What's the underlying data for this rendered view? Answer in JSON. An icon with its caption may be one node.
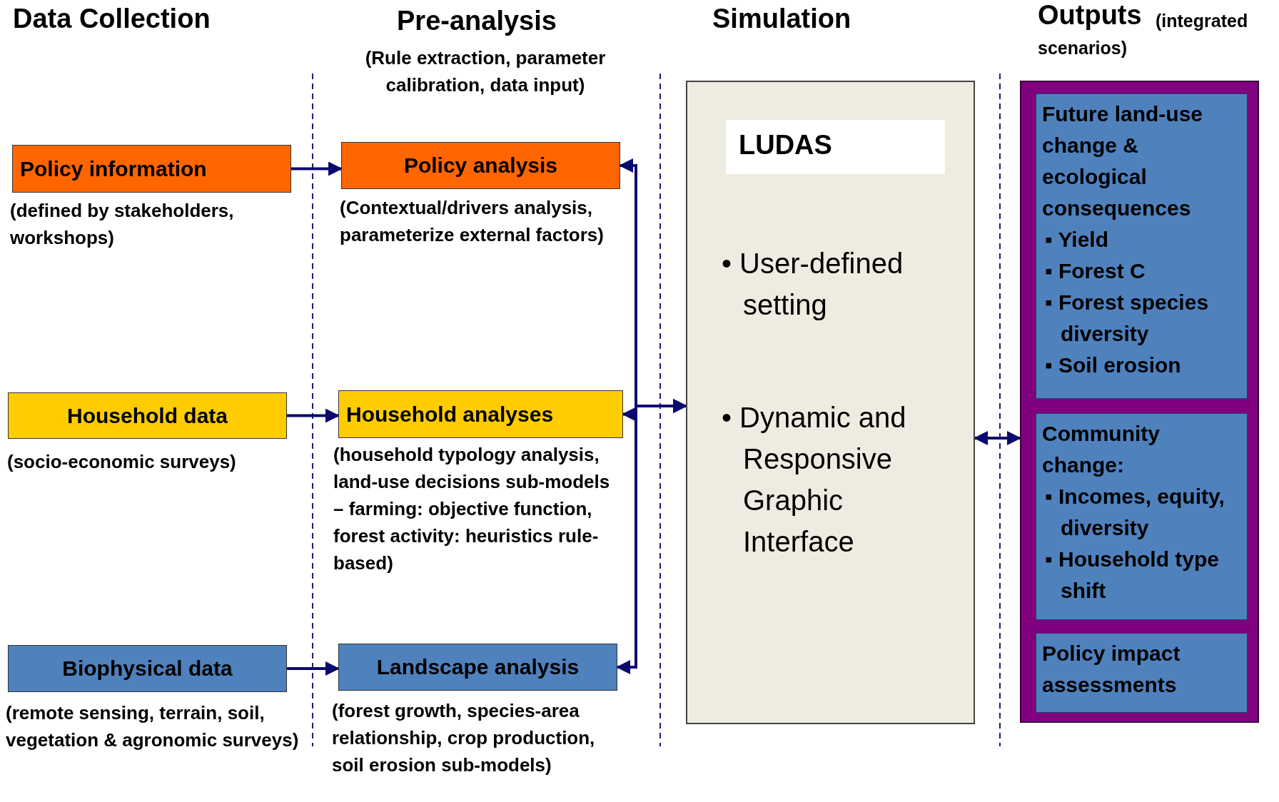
{
  "diagram": {
    "nodes": [
      {
        "text": [
          "Policy information"
        ],
        "beside": [
          "(defined by stakeholders, workshops)"
        ]
      },
      {
        "text": [
          "Policy analysis"
        ],
        "beside": [
          "(Contextual/drivers analysis, parameterize external factors)"
        ]
      },
      {
        "text": [
          "Household data"
        ],
        "beside": [
          "(socio-economic surveys)"
        ]
      },
      {
        "text": [
          "Household analyses"
        ],
        "beside": [
          "(household typology analysis, land-use decisions sub-models – farming: objective function, forest activity: heuristics rule-based)"
        ]
      },
      {
        "text": [
          "Biophysical data"
        ],
        "beside": [
          "(remote sensing, terrain, soil, vegetation & agronomic surveys)"
        ]
      },
      {
        "text": [
          "Landscape analysis"
        ],
        "beside": [
          "(forest growth, species-area relationship, crop production, soil erosion sub-models)"
        ]
      },
      {
        "text": [
          "LUDAS",
          "• User-defined setting",
          "• Dynamic and Responsive Graphic Interface"
        ]
      },
      {
        "text": [],
        "shape": "box"
      },
      {
        "text": [
          "Future land-use change & ecological consequences",
          "▪ Yield",
          "▪ Forest C",
          "▪ Forest species diversity",
          "▪ Soil erosion"
        ],
        "in": 7
      },
      {
        "text": [
          "Community change:",
          "▪ Incomes, equity, diversity",
          "▪ Household type shift"
        ],
        "in": 7
      },
      {
        "text": [
          "Policy impact assessments"
        ],
        "in": 7
      }
    ],
    "edges": [
      {
        "from": 0,
        "to": 1,
        "arrow": "to"
      },
      {
        "from": 2,
        "to": 3,
        "arrow": "to"
      },
      {
        "from": 4,
        "to": 5,
        "arrow": "to"
      },
      {
        "from": 1,
        "to": 6,
        "arrow": "both"
      },
      {
        "from": 3,
        "to": 6,
        "arrow": "both"
      },
      {
        "from": 5,
        "to": 6,
        "arrow": "both"
      },
      {
        "from": 6,
        "to": 7,
        "arrow": "both"
      }
    ],
    "labels": [
      "Data Collection",
      "Pre-analysis",
      "(Rule extraction, parameter calibration, data input)",
      "Simulation",
      "Outputs",
      "(integrated scenarios)"
    ]
  }
}
